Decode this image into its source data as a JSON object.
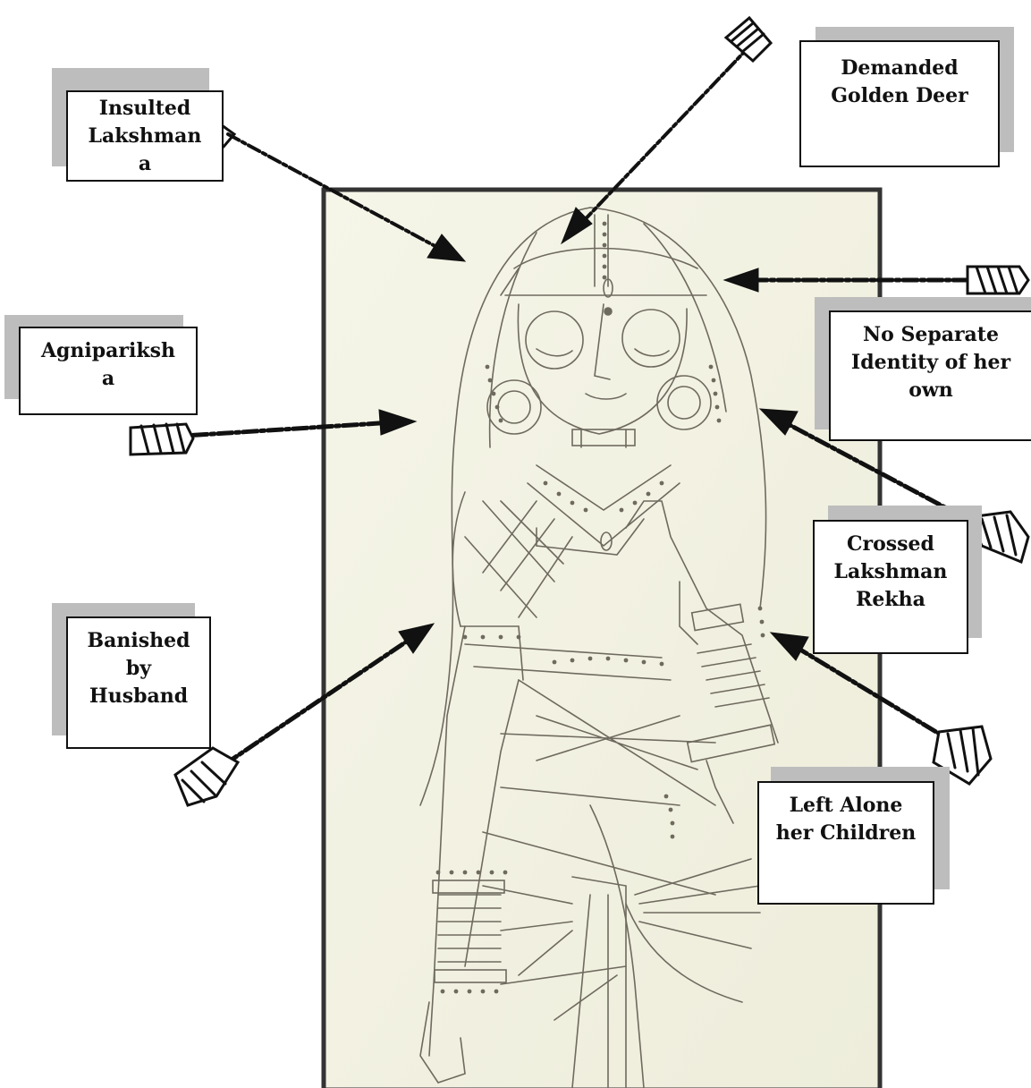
{
  "labels": {
    "insulted_lakshmana": "Insulted\nLakshman\na",
    "demanded_golden_deer": "Demanded\nGolden Deer",
    "agnipariksha": "Agnipariksh\na",
    "no_separate_identity": "No Separate\nIdentity of her\nown",
    "crossed_lakshman_rekha": "Crossed\nLakshman\nRekha",
    "banished_by_husband": "Banished\nby\nHusband",
    "left_alone_children": "Left Alone\nher Children"
  },
  "colors": {
    "ink": "#111111",
    "pencil": "#6e6a5e",
    "paper": "#f4f3e4",
    "shadow": "#bdbdbd"
  },
  "icons": {
    "arrow": "arrow-icon",
    "figure": "woman-drawing"
  }
}
